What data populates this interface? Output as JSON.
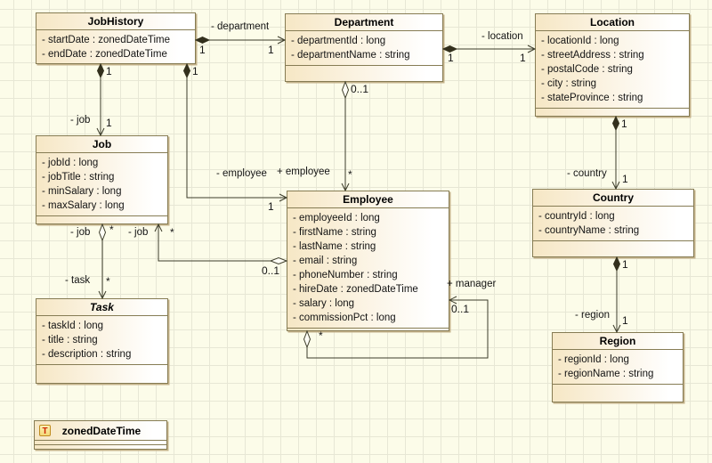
{
  "diagram_type": "uml-class-diagram",
  "colors": {
    "canvas_bg": "#fcfce9",
    "grid_line": "#e7e7d5",
    "box_fill_left": "#f6e7c5",
    "box_fill_right": "#ffffff",
    "box_border": "#867c54",
    "connector": "#3c3c2a",
    "datatype_icon_bg": "#f4d878",
    "datatype_icon_letter_color": "#cc2200"
  },
  "classes": {
    "jobHistory": {
      "name": "JobHistory",
      "attributes": [
        "- startDate : zonedDateTime",
        "- endDate : zonedDateTime"
      ]
    },
    "department": {
      "name": "Department",
      "attributes": [
        "- departmentId : long",
        "- departmentName : string"
      ]
    },
    "location": {
      "name": "Location",
      "attributes": [
        "- locationId : long",
        "- streetAddress : string",
        "- postalCode : string",
        "- city : string",
        "- stateProvince : string"
      ]
    },
    "job": {
      "name": "Job",
      "attributes": [
        "- jobId : long",
        "- jobTitle : string",
        "- minSalary : long",
        "- maxSalary : long"
      ]
    },
    "employee": {
      "name": "Employee",
      "attributes": [
        "- employeeId : long",
        "- firstName : string",
        "- lastName : string",
        "- email : string",
        "- phoneNumber : string",
        "- hireDate : zonedDateTime",
        "- salary : long",
        "- commissionPct : long"
      ]
    },
    "country": {
      "name": "Country",
      "attributes": [
        "- countryId : long",
        "- countryName : string"
      ]
    },
    "task": {
      "name": "Task",
      "attributes": [
        "- taskId : long",
        "- title : string",
        "- description : string"
      ]
    },
    "region": {
      "name": "Region",
      "attributes": [
        "- regionId : long",
        "- regionName : string"
      ]
    }
  },
  "datatype": {
    "name": "zonedDateTime",
    "icon_letter": "T"
  },
  "links": {
    "jobhistory_department": {
      "role": "- department",
      "mult_source": "1",
      "mult_target": "1"
    },
    "jobhistory_job": {
      "role": "- job",
      "mult_source": "1",
      "mult_target": "1"
    },
    "jobhistory_employee": {
      "role": "- employee",
      "mult_source": "1",
      "mult_target": "1"
    },
    "department_employee": {
      "role": "+ employee",
      "mult_source": "0..1",
      "mult_target": "*"
    },
    "department_location": {
      "role": "- location",
      "mult_source": "1",
      "mult_target": "1"
    },
    "location_country": {
      "role": "- country",
      "mult_source": "1",
      "mult_target": "1"
    },
    "country_region": {
      "role": "- region",
      "mult_source": "1",
      "mult_target": "1"
    },
    "job_task": {
      "role_source": "- job",
      "mult_source": "*",
      "role_target": "- task",
      "mult_target": "*"
    },
    "employee_job": {
      "role": "- job",
      "mult_source": "0..1",
      "mult_target": "*"
    },
    "employee_manager": {
      "role": "+ manager",
      "mult_source": "*",
      "mult_target": "0..1"
    }
  }
}
